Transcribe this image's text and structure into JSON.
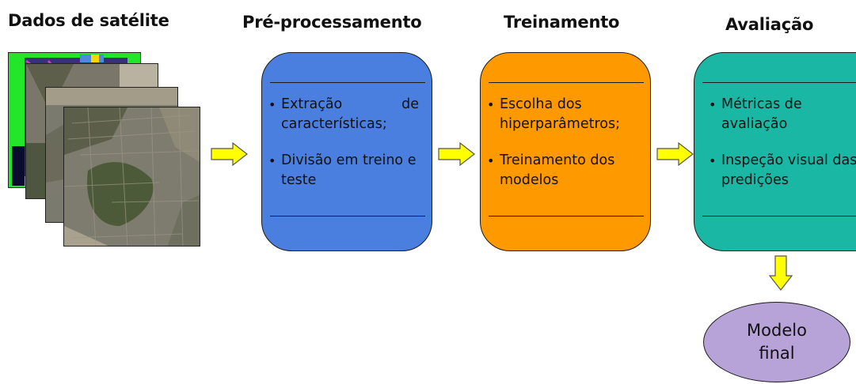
{
  "titles": {
    "satellite": "Dados de satélite",
    "preprocessing": "Pré-processamento",
    "training": "Treinamento",
    "evaluation": "Avaliação"
  },
  "stages": {
    "preprocessing": {
      "color": "#4a7fe0",
      "items": [
        "Extração de características;",
        "Divisão em treino e teste"
      ]
    },
    "training": {
      "color": "#ff9900",
      "items": [
        "Escolha dos hiperparâmetros;",
        "Treinamento dos modelos"
      ]
    },
    "evaluation": {
      "color": "#1ab8a4",
      "items": [
        "Métricas de avaliação",
        "Inspeção visual das predições"
      ]
    }
  },
  "final": {
    "line1": "Modelo",
    "line2": "final",
    "color": "#b8a3d9"
  },
  "arrow_color": "#ffff00",
  "icons": {
    "satellite_images": "satellite-image-stack",
    "arrows": "arrow-right-icon, arrow-down-icon"
  }
}
